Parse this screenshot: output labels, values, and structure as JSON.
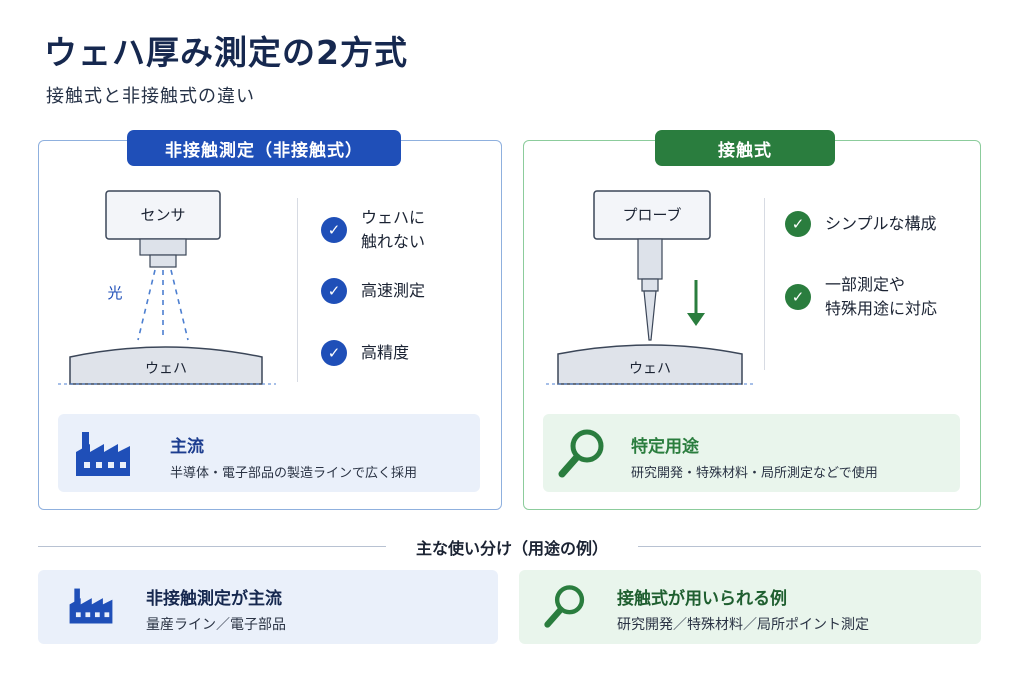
{
  "title": "ウェハ厚み測定の2方式",
  "subtitle": "接触式と非接触式の違い",
  "non_contact": {
    "header": "非接触測定（非接触式）",
    "sensor_label": "センサ",
    "light_label": "光",
    "wafer_label": "ウェハ",
    "features": [
      "ウェハに\n触れない",
      "高速測定",
      "高精度"
    ],
    "info_title": "主流",
    "info_desc": "半導体・電子部品の製造ラインで広く採用"
  },
  "contact": {
    "header": "接触式",
    "probe_label": "プローブ",
    "wafer_label": "ウェハ",
    "features": [
      "シンプルな構成",
      "一部測定や\n特殊用途に対応"
    ],
    "info_title": "特定用途",
    "info_desc": "研究開発・特殊材料・局所測定などで使用"
  },
  "usage": {
    "section_title": "主な使い分け（用途の例）",
    "left_title": "非接触測定が主流",
    "left_desc": "量産ライン／電子部品",
    "right_title": "接触式が用いられる例",
    "right_desc": "研究開発／特殊材料／局所ポイント測定"
  },
  "colors": {
    "blue": "#1f4fb8",
    "green": "#2a7d3e"
  },
  "icons": {
    "check": "check-icon",
    "factory": "factory-icon",
    "search": "magnifier-icon",
    "arrow": "down-arrow-icon"
  }
}
